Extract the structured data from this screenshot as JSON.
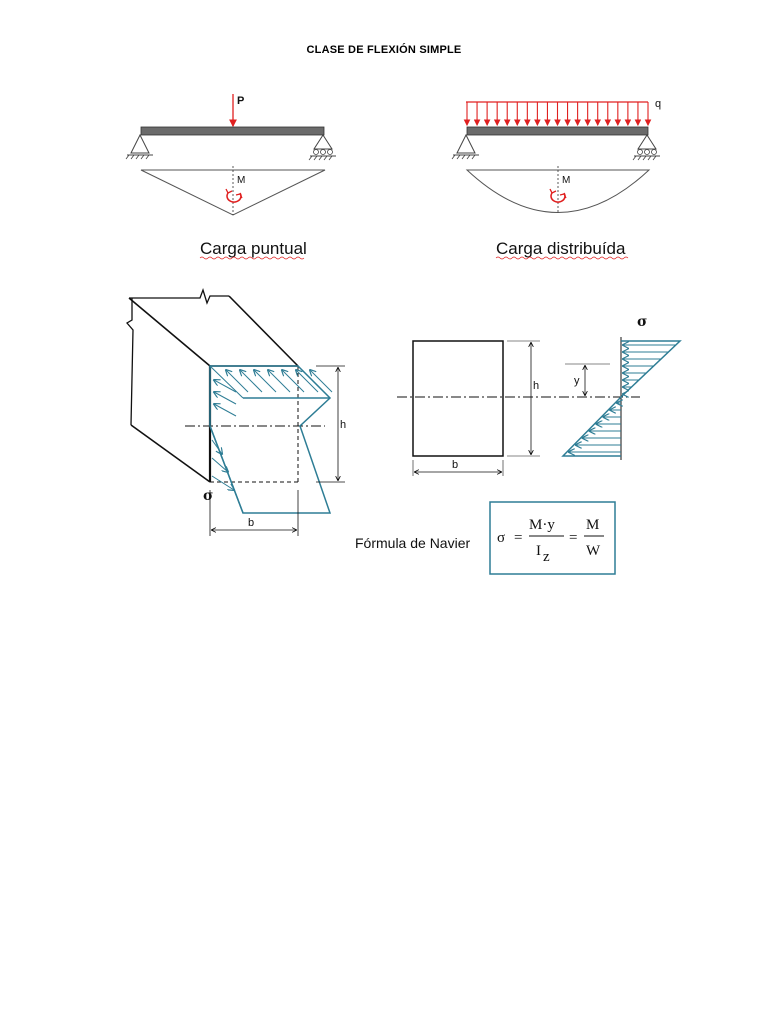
{
  "document": {
    "title": "CLASE DE FLEXIÓN SIMPLE"
  },
  "point_load_diagram": {
    "load_label": "P",
    "moment_label": "M",
    "caption": "Carga puntual"
  },
  "distributed_load_diagram": {
    "load_label": "q",
    "moment_label": "M",
    "caption": "Carga distribuída"
  },
  "beam_3d": {
    "height_label": "h",
    "width_label": "b",
    "stress_label": "σ"
  },
  "cross_section": {
    "height_label": "h",
    "width_label": "b",
    "y_label": "y",
    "stress_label": "σ"
  },
  "navier": {
    "label": "Fórmula de Navier",
    "sigma": "σ",
    "eq1": "=",
    "num1": "M·y",
    "den1": "I",
    "den1_sub": "z",
    "eq2": "=",
    "num2": "M",
    "den2": "W"
  },
  "colors": {
    "load_red": "#e02020",
    "stress_teal": "#2e7d95",
    "beam_gray": "#6b6b6b"
  }
}
